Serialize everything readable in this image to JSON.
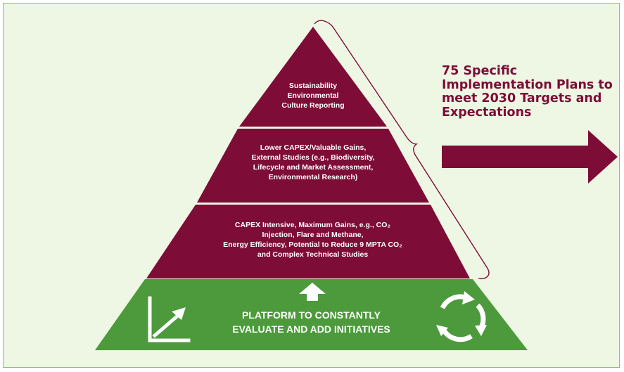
{
  "colors": {
    "maroon": "#7d0d36",
    "green": "#4c9a3b",
    "background": "#eef6e4",
    "border": "#8dc06a"
  },
  "pyramid": {
    "tiers": [
      {
        "lines": [
          "Sustainability",
          "Environmental",
          "Culture Reporting"
        ]
      },
      {
        "lines": [
          "Lower CAPEX/Valuable Gains,",
          "External Studies (e.g., Biodiversity,",
          "Lifecycle and Market Assessment,",
          "Environmental Research)"
        ]
      },
      {
        "lines": [
          "CAPEX Intensive, Maximum Gains, e.g., CO₂",
          "Injection, Flare and Methane,",
          "Energy Efficiency, Potential to Reduce 9 MPTA CO₂",
          "and Complex Technical Studies"
        ]
      }
    ],
    "base": {
      "lines": [
        "PLATFORM TO CONSTANTLY",
        "EVALUATE AND ADD INITIATIVES"
      ],
      "left_icon": "growth-chart-icon",
      "right_icon": "cycle-arrows-icon",
      "center_icon": "up-arrow-icon"
    }
  },
  "callout": {
    "lines": [
      "75 Specific",
      "Implementation Plans to",
      "meet 2030 Targets and",
      "Expectations"
    ],
    "icon": "right-arrow-icon"
  }
}
